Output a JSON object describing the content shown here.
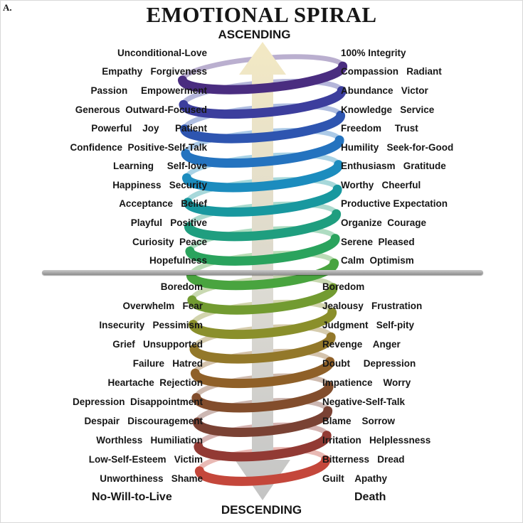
{
  "corner_artifact": "A.",
  "title": "EMOTIONAL SPIRAL",
  "ascending_label": "ASCENDING",
  "descending_label": "DESCENDING",
  "footer_left": "No-Will-to-Live",
  "footer_right": "Death",
  "ascending_rows": [
    {
      "left": "Unconditional-Love",
      "right": "100% Integrity"
    },
    {
      "left": "Empathy   Forgiveness",
      "right": "Compassion   Radiant"
    },
    {
      "left": "Passion     Empowerment",
      "right": "Abundance   Victor"
    },
    {
      "left": "Generous  Outward-Focused",
      "right": "Knowledge   Service"
    },
    {
      "left": "Powerful    Joy      Patient",
      "right": "Freedom     Trust"
    },
    {
      "left": "Confidence  Positive-Self-Talk",
      "right": "Humility   Seek-for-Good"
    },
    {
      "left": "Learning     Self-love",
      "right": "Enthusiasm   Gratitude"
    },
    {
      "left": "Happiness   Security",
      "right": "Worthy   Cheerful"
    },
    {
      "left": "Acceptance   Belief",
      "right": "Productive Expectation"
    },
    {
      "left": "Playful   Positive",
      "right": "Organize  Courage"
    },
    {
      "left": "Curiosity  Peace",
      "right": "Serene  Pleased"
    },
    {
      "left": "Hopefulness",
      "right": "Calm  Optimism"
    }
  ],
  "descending_rows": [
    {
      "left": "Boredom",
      "right": "Boredom"
    },
    {
      "left": "Overwhelm   Fear",
      "right": "Jealousy   Frustration"
    },
    {
      "left": "Insecurity   Pessimism",
      "right": "Judgment   Self-pity"
    },
    {
      "left": "Grief   Unsupported",
      "right": "Revenge    Anger"
    },
    {
      "left": "Failure   Hatred",
      "right": "Doubt     Depression"
    },
    {
      "left": "Heartache  Rejection",
      "right": "Impatience    Worry"
    },
    {
      "left": "Depression  Disappointment",
      "right": "Negative-Self-Talk"
    },
    {
      "left": "Despair   Discouragement",
      "right": "Blame    Sorrow"
    },
    {
      "left": "Worthless   Humiliation",
      "right": "Irritation   Helplessness"
    },
    {
      "left": "Low-Self-Esteem   Victim",
      "right": "Bitterness   Dread"
    },
    {
      "left": "Unworthiness   Shame",
      "right": "Guilt    Apathy"
    }
  ],
  "spiral": {
    "loop_colors": [
      "#4a2d80",
      "#3c3e9d",
      "#2e55b0",
      "#2473bf",
      "#1c8cbe",
      "#18989f",
      "#1f9e7f",
      "#2aa35d",
      "#49a43f",
      "#729b31",
      "#8a8f2b",
      "#93782a",
      "#8f6028",
      "#824d2c",
      "#7a4234",
      "#923a34",
      "#c4473b"
    ],
    "divider_color_top": "#c9c9c9",
    "divider_color_bottom": "#8e8e8e"
  }
}
